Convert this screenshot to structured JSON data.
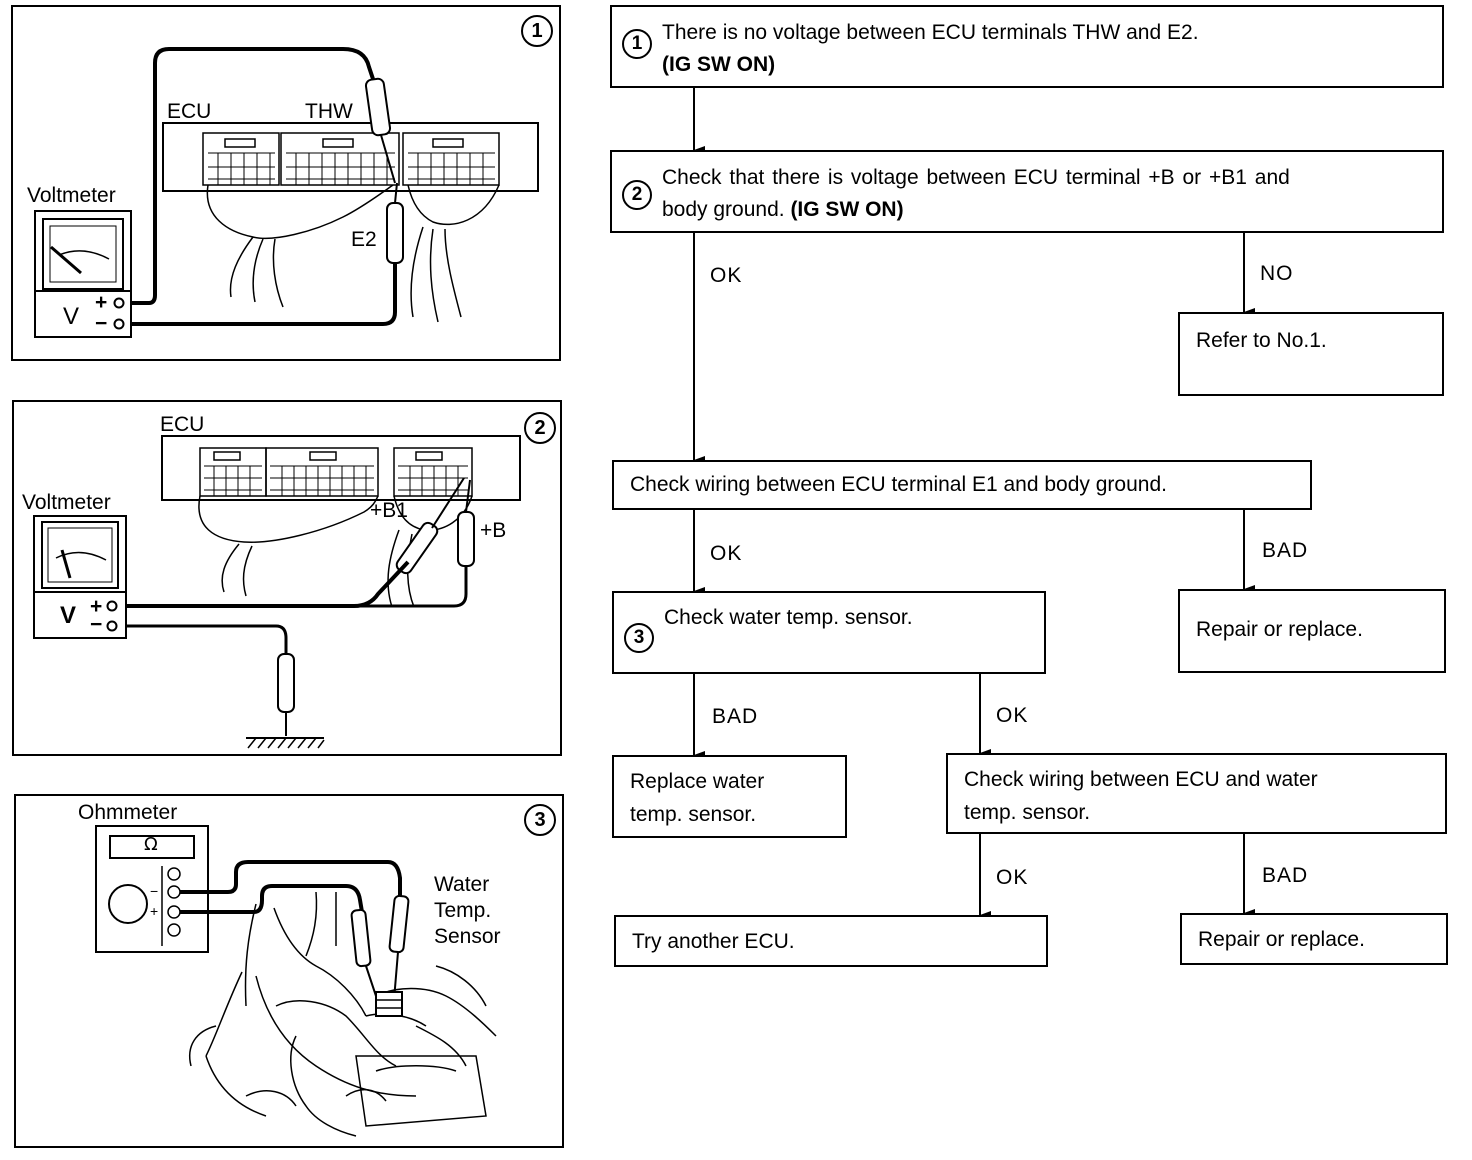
{
  "panel1": {
    "number": "1",
    "labels": {
      "ecu": "ECU",
      "thw": "THW",
      "e2": "E2",
      "voltmeter": "Voltmeter",
      "v": "V",
      "plus": "+",
      "minus": "−"
    }
  },
  "panel2": {
    "number": "2",
    "labels": {
      "ecu": "ECU",
      "b1": "+B1",
      "b": "+B",
      "voltmeter": "Voltmeter",
      "v": "V",
      "plus": "+",
      "minus": "−"
    }
  },
  "panel3": {
    "number": "3",
    "labels": {
      "ohmmeter": "Ohmmeter",
      "omega": "Ω",
      "sensor_line1": "Water",
      "sensor_line2": "Temp.",
      "sensor_line3": "Sensor",
      "minus": "−",
      "plus": "+"
    }
  },
  "flow": {
    "step1": {
      "num": "1",
      "line1": "There is no voltage between ECU terminals THW and E2.",
      "line2": "(IG SW ON)"
    },
    "step2": {
      "num": "2",
      "line1": "Check that there is voltage between ECU terminal +B or +B1 and",
      "line2a": "body ground. ",
      "line2b": "(IG SW ON)"
    },
    "refer": "Refer to No.1.",
    "check_e1": "Check wiring between ECU terminal E1 and body ground.",
    "repair1": "Repair or replace.",
    "step3": {
      "num": "3",
      "text": "Check water temp. sensor."
    },
    "replace_line1": "Replace water",
    "replace_line2": "temp. sensor.",
    "check_wiring_line1": "Check wiring between ECU and water",
    "check_wiring_line2": "temp. sensor.",
    "try_ecu": "Try another ECU.",
    "repair2": "Repair or replace.",
    "labels": {
      "ok1": "OK",
      "no1": "NO",
      "ok2": "OK",
      "bad1": "BAD",
      "bad2": "BAD",
      "ok3": "OK",
      "ok4": "OK",
      "bad3": "BAD"
    }
  }
}
